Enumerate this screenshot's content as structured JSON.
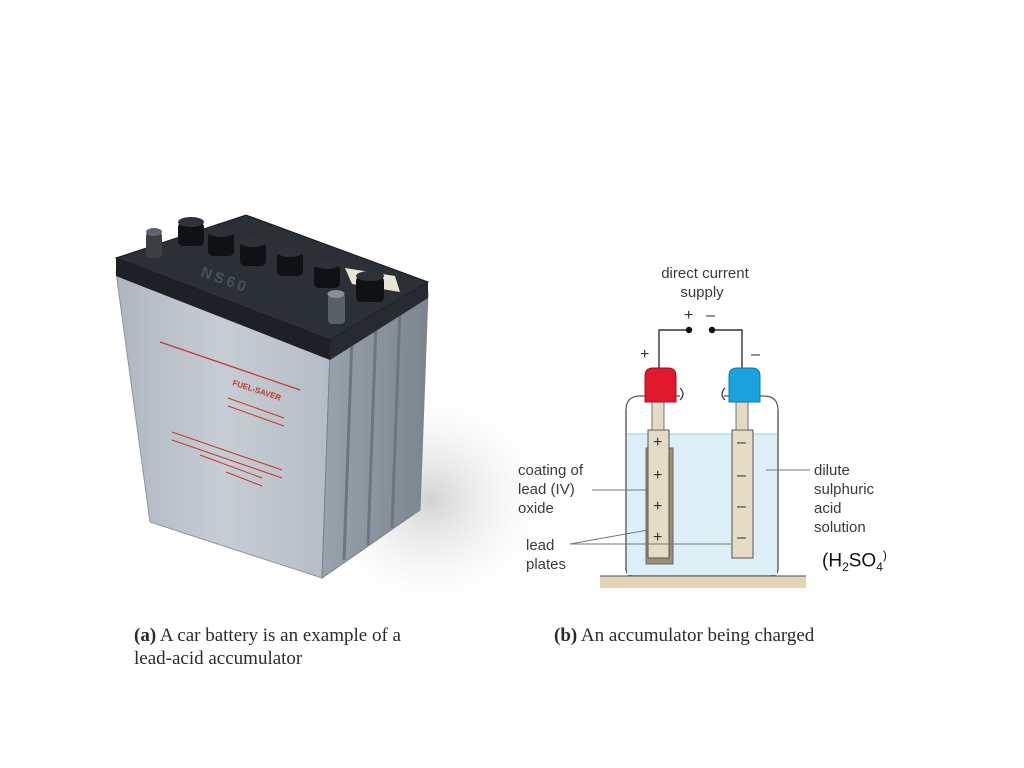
{
  "photo": {
    "label_text": "NS60",
    "brand_text": "FUEL-SAVER"
  },
  "captions": {
    "a_prefix": "(a)",
    "a_text": " A car battery is an example of a lead-acid accumulator",
    "b_prefix": "(b)",
    "b_text": " An accumulator being charged"
  },
  "diagram": {
    "supply_line1": "direct current",
    "supply_line2": "supply",
    "supply_plus": "+",
    "supply_minus": "–",
    "anode_sign": "+",
    "cathode_sign": "–",
    "left_labels": {
      "coating_l1": "coating of",
      "coating_l2": "lead (IV)",
      "coating_l3": "oxide",
      "plates_l1": "lead",
      "plates_l2": "plates"
    },
    "right_labels": {
      "l1": "dilute",
      "l2": "sulphuric",
      "l3": "acid",
      "l4": "solution"
    },
    "plate_signs_pos": [
      "+",
      "+",
      "+",
      "+"
    ],
    "plate_signs_neg": [
      "–",
      "–",
      "–",
      "–"
    ],
    "formula": {
      "open": "(H",
      "sub1": "2",
      "mid": "SO",
      "sub2": "4",
      "close": ")"
    }
  },
  "colors": {
    "anode_cap": "#e0182d",
    "cathode_cap": "#1ca3dd",
    "electrolyte": "#dceef6",
    "plate": "#e6dcc6",
    "bench": "#e2d4b4"
  }
}
